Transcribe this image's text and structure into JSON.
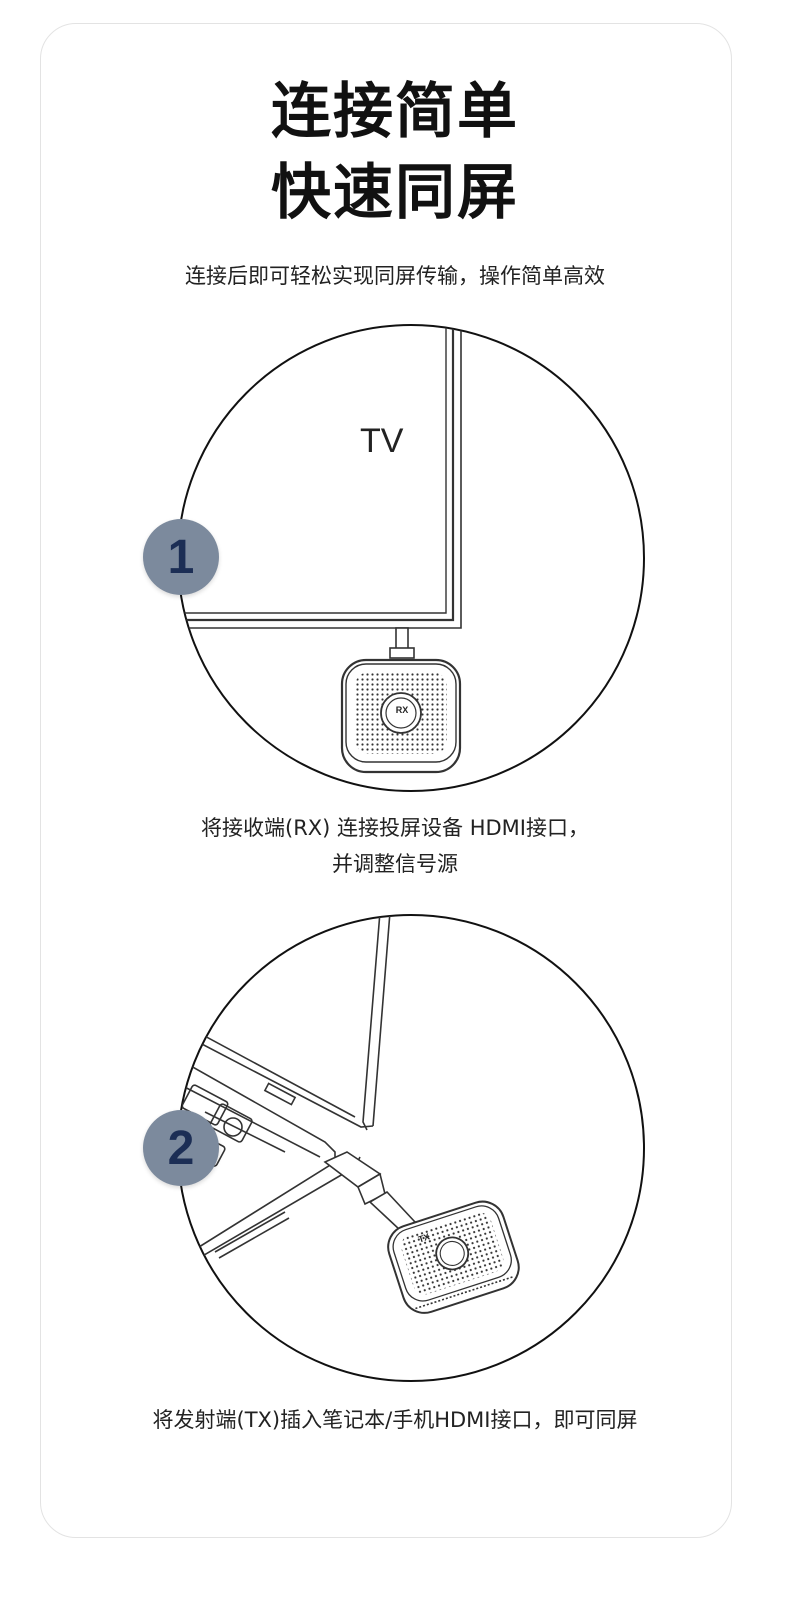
{
  "heading": {
    "line1": "连接简单",
    "line2": "快速同屏"
  },
  "subtitle": "连接后即可轻松实现同屏传输，操作简单高效",
  "step1": {
    "number": "1",
    "tv_label": "TV",
    "device_label": "RX",
    "caption_line1": "将接收端(RX) 连接投屏设备 HDMI接口，",
    "caption_line2": "并调整信号源"
  },
  "step2": {
    "number": "2",
    "device_label": "TX",
    "caption": "将发射端(TX)插入笔记本/手机HDMI接口，即可同屏"
  },
  "colors": {
    "badge_bg": "#7c8a9d",
    "badge_text": "#1c2e55",
    "line_art": "#222222"
  }
}
